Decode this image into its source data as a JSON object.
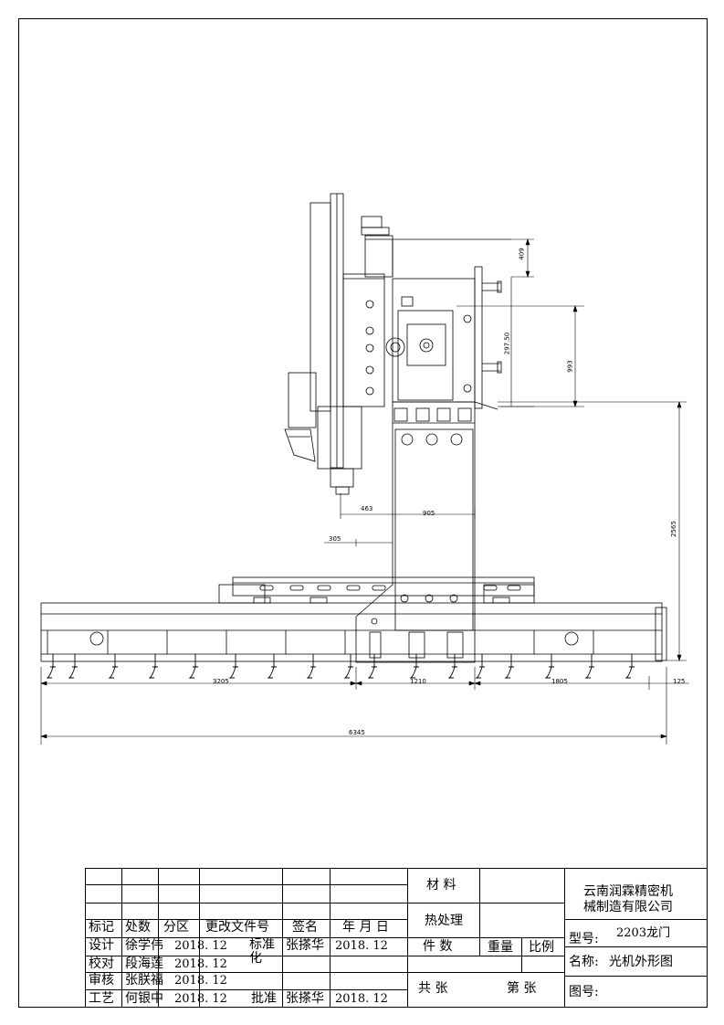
{
  "dimensions": {
    "d409": "409",
    "d297_50": "297.50",
    "d993": "993",
    "d2565": "2565",
    "d463": "463",
    "d905": "905",
    "d305": "305",
    "d3205": "3205",
    "d1210": "1210",
    "d1805": "1805",
    "d125": "125",
    "d6345": "6345"
  },
  "title_block": {
    "hdr_mark": "标记",
    "hdr_count": "处数",
    "hdr_zone": "分区",
    "hdr_doc": "更改文件号",
    "hdr_sign": "签名",
    "hdr_date": "年 月 日",
    "design_label": "设计",
    "design_name": "徐学伟",
    "design_date": "2018. 12",
    "check_label": "校对",
    "check_name": "段海莲",
    "check_date": "2018. 12",
    "review_label": "审核",
    "review_name": "张朕福",
    "review_date": "2018. 12",
    "process_label": "工艺",
    "process_name": "何银中",
    "process_date": "2018. 12",
    "std_label": "标准化",
    "std_name": "张搽华",
    "std_date": "2018. 12",
    "approve_label": "批准",
    "approve_name": "张搽华",
    "approve_date": "2018. 12",
    "material": "材 料",
    "heat": "热处理",
    "pieces": "件  数",
    "weight": "重量",
    "scale": "比例",
    "total": "共   张",
    "sheet": "第   张",
    "company_line1": "云南润霖精密机",
    "company_line2": "械制造有限公司",
    "model_label": "型号:",
    "model_value": "2203龙门",
    "name_label": "名称:",
    "name_value": "光机外形图",
    "drawing_no_label": "图号:"
  }
}
